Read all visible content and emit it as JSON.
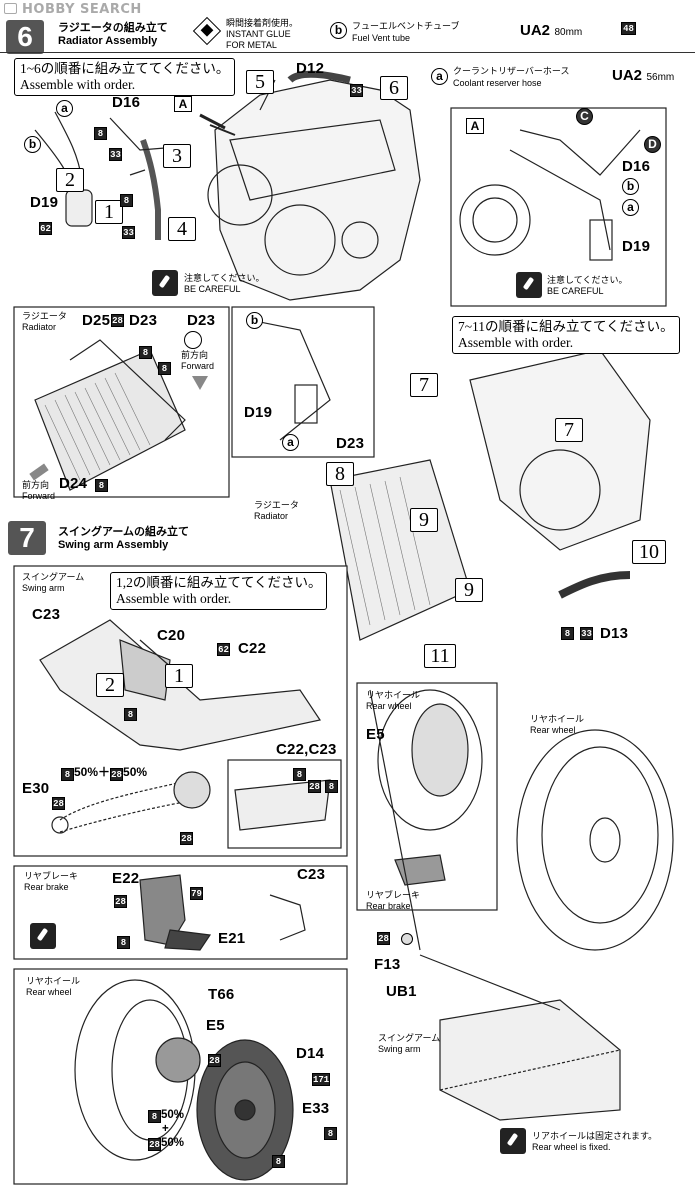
{
  "watermark": "HOBBY SEARCH",
  "step6": {
    "number": "6",
    "title_jp": "ラジエータの組み立て",
    "title_en": "Radiator Assembly",
    "glue_jp": "瞬間接着剤使用。",
    "glue_en1": "INSTANT GLUE",
    "glue_en2": "FOR METAL",
    "tube_b_letter": "b",
    "tube_b_jp": "フューエルベントチューブ",
    "tube_b_en": "Fuel Vent tube",
    "tube_b_code": "UA2",
    "tube_b_len": "80mm",
    "tag48": "48",
    "tube_a_letter": "a",
    "tube_a_jp": "クーラントリザーバーホース",
    "tube_a_en": "Coolant reserver hose",
    "tube_a_code": "UA2",
    "tube_a_len": "56mm",
    "order_jp": "1~6の順番に組み立ててください。",
    "order_en": "Assemble with order.",
    "careful_jp": "注意してください。",
    "careful_en": "BE CAREFUL",
    "inset_A": "A",
    "parts": {
      "D16": "D16",
      "D12": "D12",
      "D19": "D19",
      "D25": "D25",
      "D23": "D23",
      "D24": "D24"
    },
    "radiator_jp": "ラジエータ",
    "radiator_en": "Radiator",
    "forward_jp": "前方向",
    "forward_en": "Forward",
    "order2_jp": "7~11の順番に組み立ててください。",
    "order2_en": "Assemble with order.",
    "tags": {
      "t8": "8",
      "t33": "33",
      "t62": "62",
      "t28": "28"
    },
    "nums": [
      "1",
      "2",
      "3",
      "4",
      "5",
      "6",
      "7",
      "8",
      "9",
      "10",
      "11"
    ],
    "circ": {
      "a": "a",
      "b": "b",
      "c": "C",
      "d": "D"
    }
  },
  "step7": {
    "number": "7",
    "title_jp": "スイングアームの組み立て",
    "title_en": "Swing arm Assembly",
    "swing_jp": "スイングアーム",
    "swing_en": "Swing arm",
    "order_jp": "1,2の順番に組み立ててください。",
    "order_en": "Assemble with order.",
    "parts": {
      "C23": "C23",
      "C20": "C20",
      "C22": "C22",
      "C22C23": "C22,C23",
      "E30": "E30",
      "E22": "E22",
      "E21": "E21",
      "T66": "T66",
      "E5": "E5",
      "D14": "D14",
      "E33": "E33",
      "F13": "F13",
      "UB1": "UB1",
      "D13": "D13"
    },
    "mix1": "50%＋",
    "mix1b": "50%",
    "brake_jp": "リヤブレーキ",
    "brake_en": "Rear brake",
    "wheel_jp": "リヤホイール",
    "wheel_en": "Rear wheel",
    "mix2a": "50%",
    "mix2plus": "+",
    "mix2b": "50%",
    "fixed_jp": "リアホイールは固定されます。",
    "fixed_en": "Rear wheel is fixed.",
    "tags": {
      "t79": "79",
      "t171": "171",
      "t62": "62"
    }
  }
}
